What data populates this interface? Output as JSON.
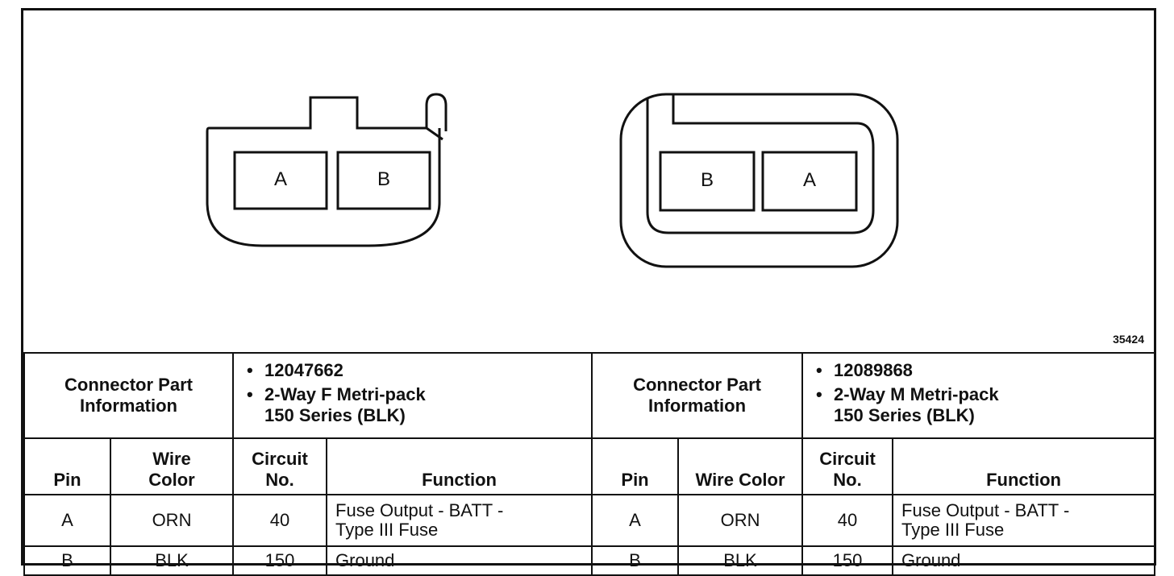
{
  "figure_number": "35424",
  "connectors": [
    {
      "cavities": [
        "A",
        "B"
      ],
      "part_info_label": [
        "Connector Part",
        "Information"
      ],
      "part_number": "12047662",
      "description": [
        "2-Way F Metri-pack",
        "150 Series (BLK)"
      ],
      "columns": {
        "pin": "Pin",
        "wire_color": [
          "Wire",
          "Color"
        ],
        "circuit": [
          "Circuit",
          "No."
        ],
        "function": "Function"
      },
      "rows": [
        {
          "pin": "A",
          "wire_color": "ORN",
          "circuit": "40",
          "function": [
            "Fuse Output - BATT -",
            "Type III Fuse"
          ]
        },
        {
          "pin": "B",
          "wire_color": "BLK",
          "circuit": "150",
          "function": [
            "Ground"
          ]
        }
      ]
    },
    {
      "cavities": [
        "B",
        "A"
      ],
      "part_info_label": [
        "Connector Part",
        "Information"
      ],
      "part_number": "12089868",
      "description": [
        "2-Way M Metri-pack",
        "150 Series (BLK)"
      ],
      "columns": {
        "pin": "Pin",
        "wire_color": [
          "Wire Color"
        ],
        "circuit": [
          "Circuit",
          "No."
        ],
        "function": "Function"
      },
      "rows": [
        {
          "pin": "A",
          "wire_color": "ORN",
          "circuit": "40",
          "function": [
            "Fuse Output - BATT -",
            "Type III Fuse"
          ]
        },
        {
          "pin": "B",
          "wire_color": "BLK",
          "circuit": "150",
          "function": [
            "Ground"
          ]
        }
      ]
    }
  ]
}
